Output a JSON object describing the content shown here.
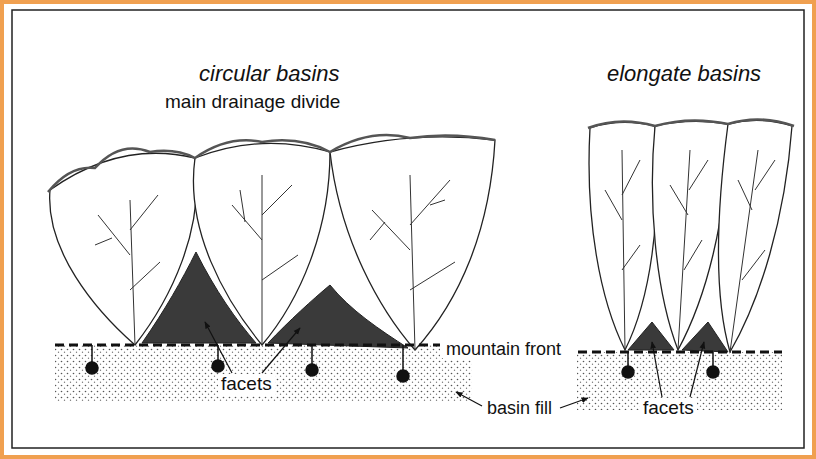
{
  "diagram": {
    "labels": [
      "circular basins",
      "main drainage divide",
      "elongate basins",
      "mountain front",
      "facets",
      "basin fill",
      "facets"
    ]
  }
}
